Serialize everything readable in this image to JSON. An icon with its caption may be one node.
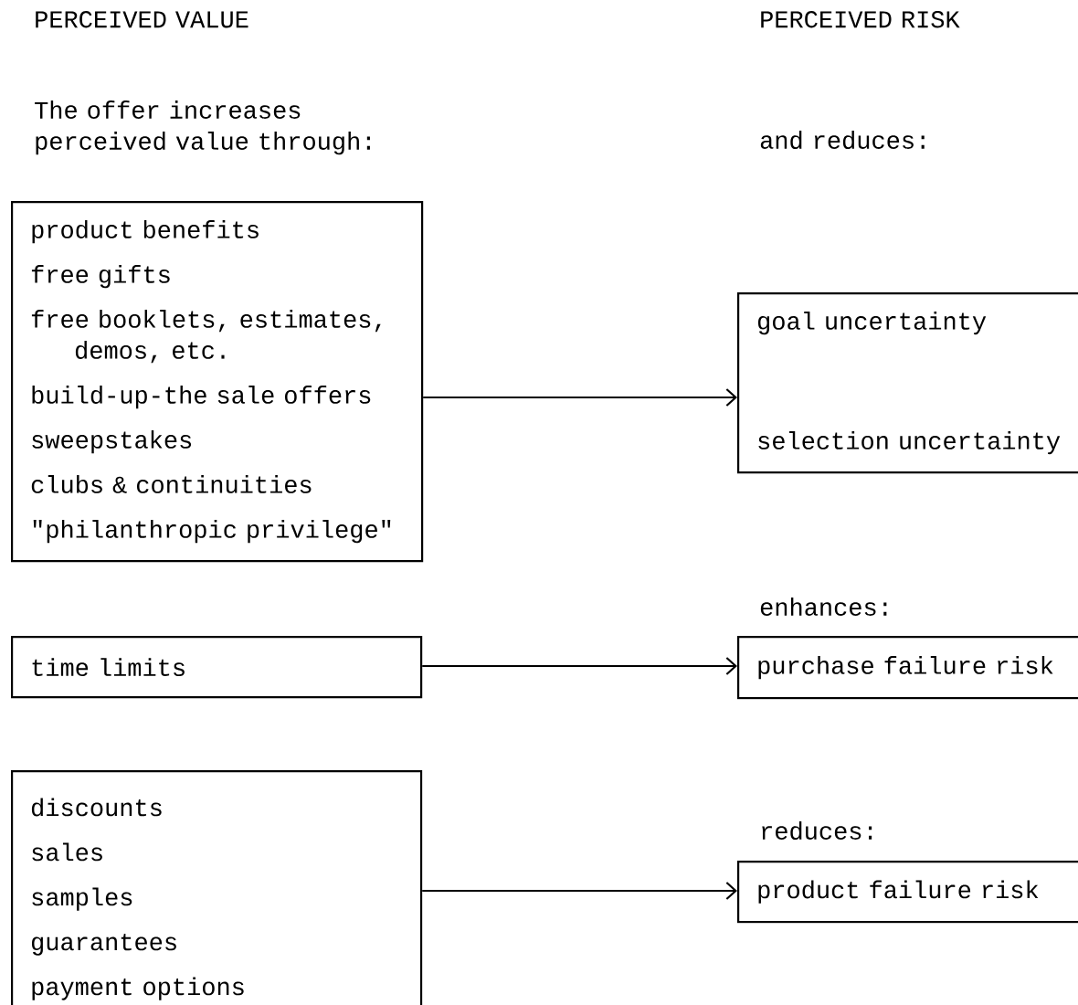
{
  "diagram": {
    "nodes": [
      {
        "text": [
          "product benefits",
          "free gifts",
          "free booklets, estimates, demos, etc.",
          "build-up-the sale offers",
          "sweepstakes",
          "clubs & continuities",
          "\"philanthropic privilege\""
        ]
      },
      {
        "text": [
          "time limits"
        ]
      },
      {
        "text": [
          "discounts",
          "sales",
          "samples",
          "guarantees",
          "payment options"
        ]
      },
      {
        "text": [
          "goal uncertainty",
          "selection uncertainty"
        ]
      },
      {
        "text": [
          "purchase failure risk"
        ]
      },
      {
        "text": [
          "product failure risk"
        ]
      }
    ],
    "edges": [
      {
        "from": 0,
        "to": 3,
        "arrow": "to"
      },
      {
        "from": 1,
        "to": 4,
        "arrow": "to"
      },
      {
        "from": 2,
        "to": 5,
        "arrow": "to"
      }
    ],
    "labels": [
      "PERCEIVED VALUE",
      "PERCEIVED RISK",
      "The offer increases perceived value through:",
      "and reduces:",
      "enhances:",
      "reduces:"
    ]
  }
}
